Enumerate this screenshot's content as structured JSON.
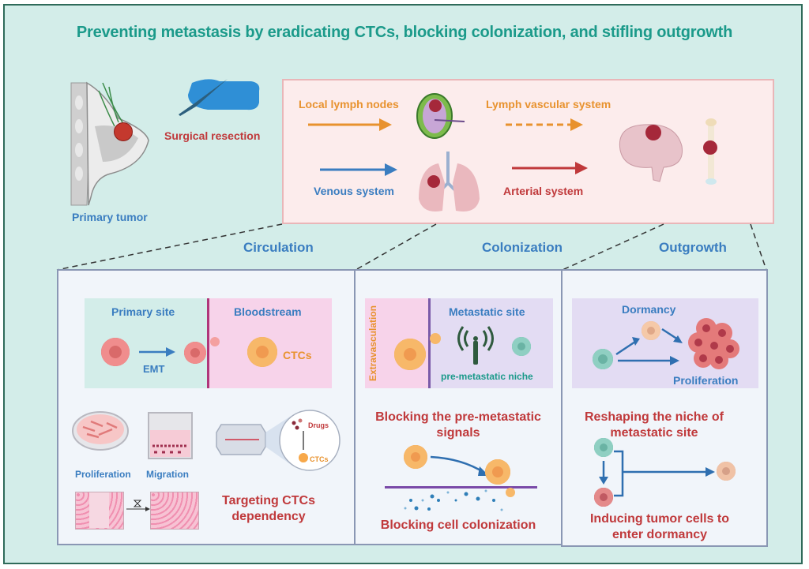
{
  "title": "Preventing metastasis by eradicating CTCs, blocking colonization, and stifling outgrowth",
  "top": {
    "primary_tumor_label": "Primary tumor",
    "surgical_label": "Surgical resection",
    "routes": {
      "local_lymph": "Local lymph nodes",
      "lymph_vascular": "Lymph vascular system",
      "venous": "Venous system",
      "arterial": "Arterial system"
    }
  },
  "sections": {
    "circulation": {
      "heading": "Circulation",
      "primary_site": "Primary site",
      "bloodstream": "Bloodstream",
      "emt": "EMT",
      "ctcs": "CTCs",
      "proliferation": "Proliferation",
      "migration": "Migration",
      "drugs": "Drugs",
      "ctcs_small": "CTCs",
      "strategy": "Targeting CTCs dependency"
    },
    "colonization": {
      "heading": "Colonization",
      "extravasculation": "Extravasculation",
      "metastatic_site": "Metastatic site",
      "niche": "pre-metastatic niche",
      "strategy1": "Blocking the pre-metastatic signals",
      "strategy2": "Blocking cell colonization"
    },
    "outgrowth": {
      "heading": "Outgrowth",
      "dormancy": "Dormancy",
      "proliferation": "Proliferation",
      "strategy1": "Reshaping the niche of metastatic site",
      "strategy2": "Inducing tumor cells to enter dormancy"
    }
  },
  "colors": {
    "title": "#1b9a8a",
    "blue": "#3a7dc0",
    "red": "#c0393b",
    "orange": "#e8922e",
    "background": "#d3ede9",
    "panel_border": "#8a97b4"
  }
}
